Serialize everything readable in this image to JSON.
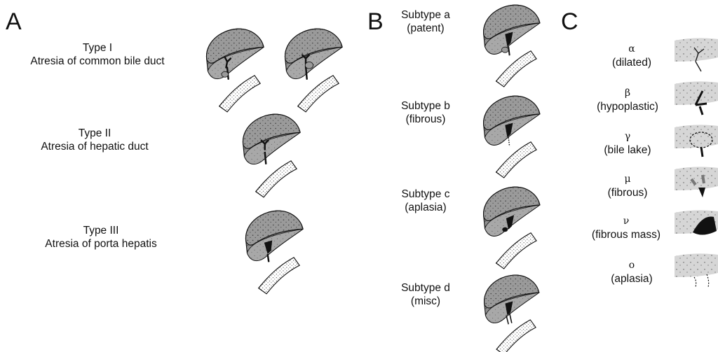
{
  "panels": {
    "a": {
      "letter": "A",
      "types": [
        {
          "title": "Type I",
          "desc": "Atresia of common bile duct"
        },
        {
          "title": "Type II",
          "desc": "Atresia of hepatic duct"
        },
        {
          "title": "Type III",
          "desc": "Atresia of porta hepatis"
        }
      ]
    },
    "b": {
      "letter": "B",
      "subtypes": [
        {
          "title": "Subtype a",
          "desc": "(patent)"
        },
        {
          "title": "Subtype b",
          "desc": "(fibrous)"
        },
        {
          "title": "Subtype c",
          "desc": "(aplasia)"
        },
        {
          "title": "Subtype d",
          "desc": "(misc)"
        }
      ]
    },
    "c": {
      "letter": "C",
      "variants": [
        {
          "symbol": "α",
          "desc": "(dilated)"
        },
        {
          "symbol": "β",
          "desc": "(hypoplastic)"
        },
        {
          "symbol": "γ",
          "desc": "(bile lake)"
        },
        {
          "symbol": "μ",
          "desc": "(fibrous)"
        },
        {
          "symbol": "ν",
          "desc": "(fibrous mass)"
        },
        {
          "symbol": "o",
          "desc": "(aplasia)"
        }
      ]
    }
  },
  "colors": {
    "liver_dark": "#8f8f8f",
    "liver_light": "#b9b9b9",
    "duct": "#111111",
    "duodenum": "#ffffff",
    "porta_tissue": "#c8c8c8"
  }
}
